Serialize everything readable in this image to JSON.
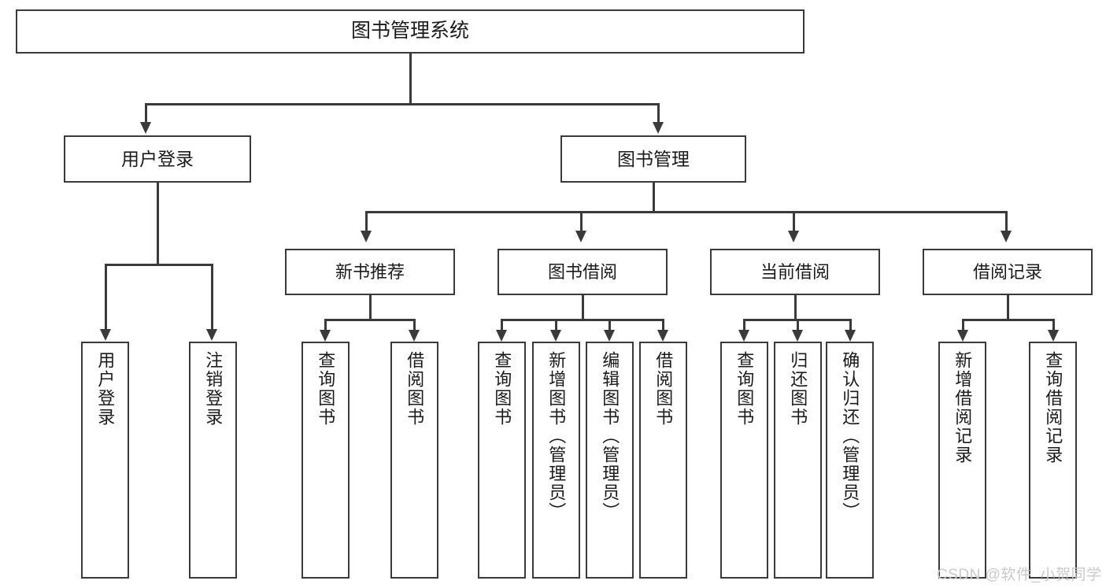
{
  "diagram": {
    "title": "图书管理系统",
    "type": "tree-hierarchy-chart",
    "root": {
      "label": "图书管理系统"
    },
    "level2": [
      {
        "label": "用户登录"
      },
      {
        "label": "图书管理"
      }
    ],
    "level3": [
      {
        "label": "新书推荐"
      },
      {
        "label": "图书借阅"
      },
      {
        "label": "当前借阅"
      },
      {
        "label": "借阅记录"
      }
    ],
    "leaves": {
      "user_login": [
        {
          "label": "用户登录"
        },
        {
          "label": "注销登录"
        }
      ],
      "new_book_recommend": [
        {
          "label": "查询图书"
        },
        {
          "label": "借阅图书"
        }
      ],
      "book_borrow": [
        {
          "label": "查询图书"
        },
        {
          "label": "新增图书（管理员）"
        },
        {
          "label": "编辑图书（管理员）"
        },
        {
          "label": "借阅图书"
        }
      ],
      "current_borrow": [
        {
          "label": "查询图书"
        },
        {
          "label": "归还图书"
        },
        {
          "label": "确认归还（管理员）"
        }
      ],
      "borrow_record": [
        {
          "label": "新增借阅记录"
        },
        {
          "label": "查询借阅记录"
        }
      ]
    }
  },
  "watermark": {
    "text": "CSDN @软件_小贺同学"
  },
  "colors": {
    "stroke": "#3a3a3a",
    "text": "#1b1b1b",
    "background": "#ffffff",
    "watermark": "#c9c9c9"
  }
}
